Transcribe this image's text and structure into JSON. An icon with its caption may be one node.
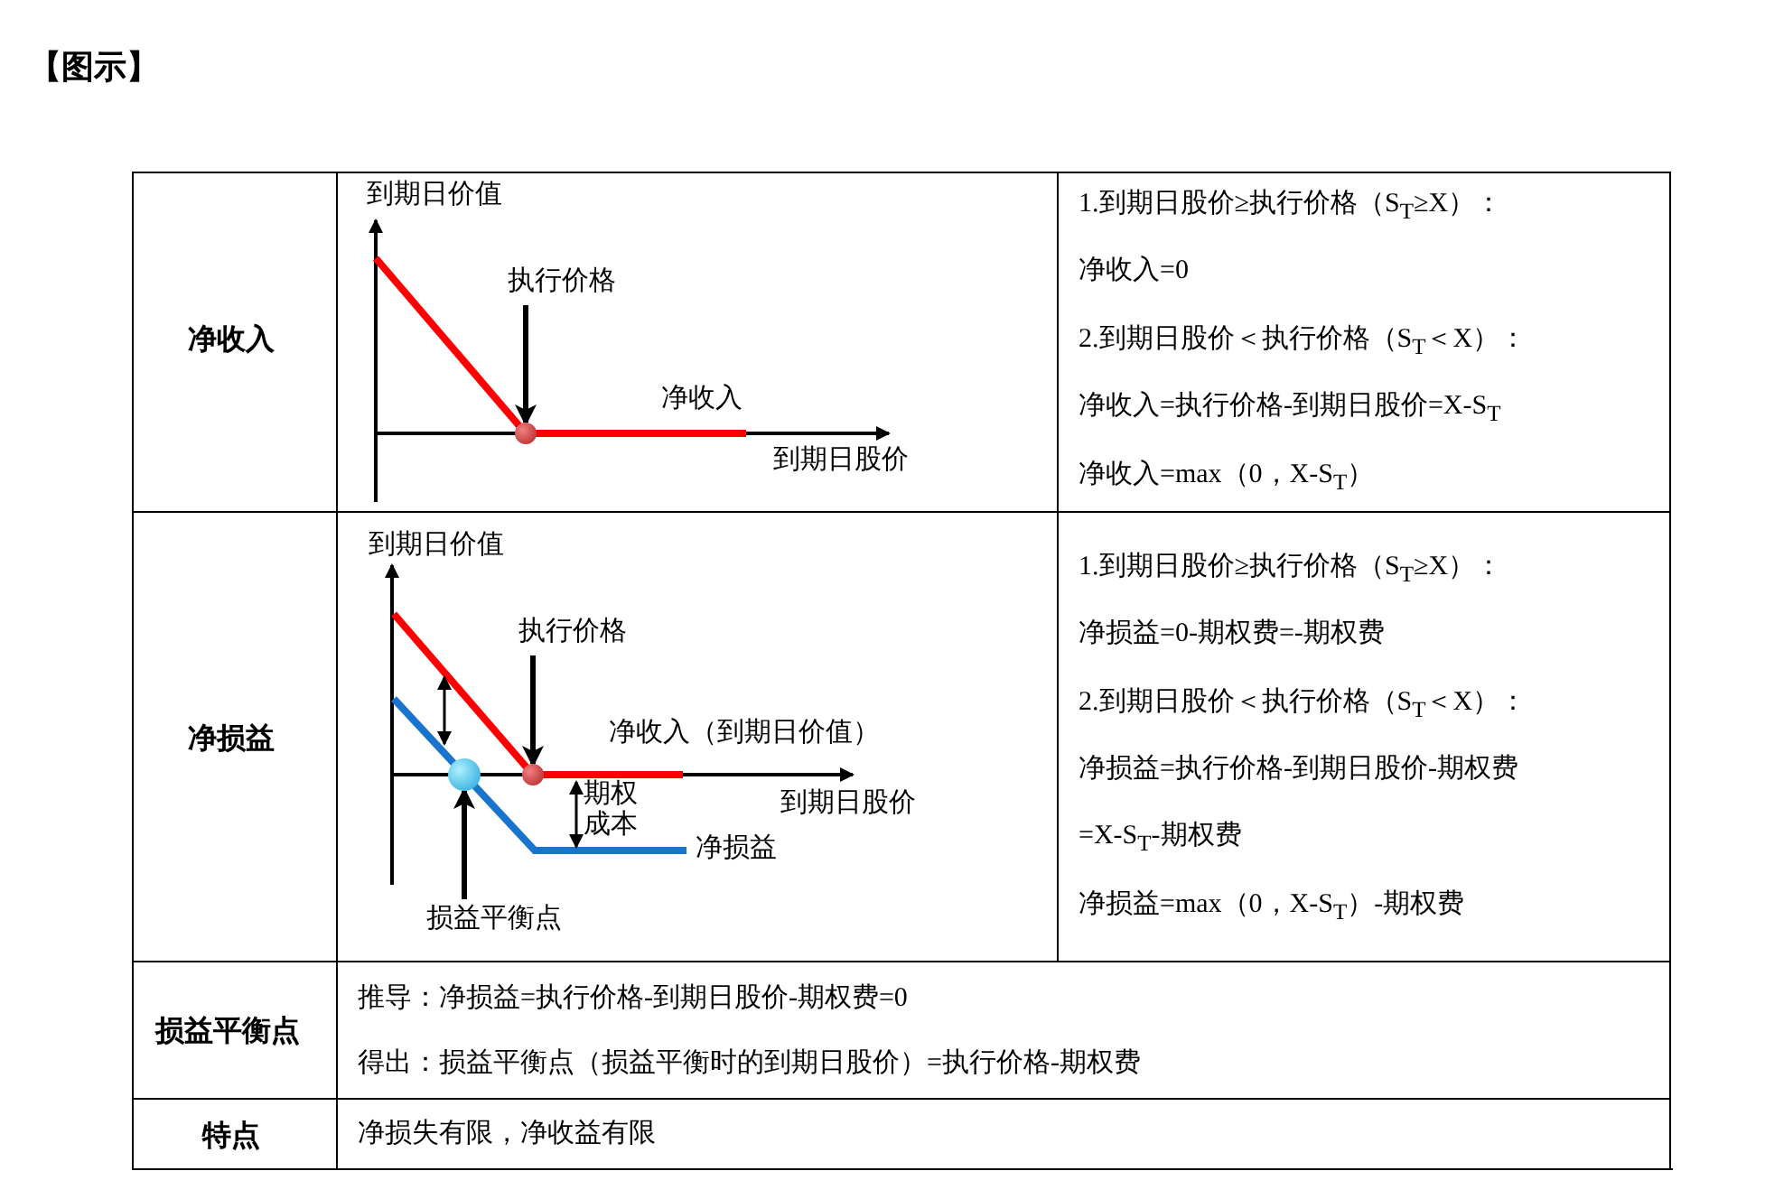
{
  "diagram": {
    "title": "【图示】",
    "nodes": [
      {
        "text": [
          "执行价格"
        ]
      },
      {
        "text": [],
        "shape": "circle"
      },
      {
        "text": [
          "执行价格"
        ]
      },
      {
        "text": [],
        "shape": "circle"
      },
      {
        "text": [
          "损益平衡点"
        ]
      },
      {
        "text": [],
        "shape": "circle"
      }
    ],
    "edges": [
      {
        "from": 0,
        "to": 1,
        "arrow": "to"
      },
      {
        "from": 2,
        "to": 3,
        "arrow": "to"
      },
      {
        "from": 4,
        "to": 5,
        "arrow": "to"
      }
    ],
    "labels": [
      "净收入",
      "到期日价值",
      "净收入",
      "到期日股价",
      "1.到期日股价≥执行价格（S$_{T}$≥X）：",
      "净收入=0",
      "2.到期日股价＜执行价格（S$_{T}$＜X）：",
      "净收入=执行价格-到期日股价=X-S$_{T}$",
      "净收入=max（0，X-S$_{T}$）",
      "净损益",
      "到期日价值",
      "净收入（到期日价值）",
      "到期日股价",
      "期权成本",
      "净损益",
      "1.到期日股价≥执行价格（S$_{T}$≥X）：",
      "净损益=0-期权费=-期权费",
      "2.到期日股价＜执行价格（S$_{T}$＜X）：",
      "净损益=执行价格-到期日股价-期权费",
      "=X-S$_{T}$-期权费",
      "净损益=max（0，X-S$_{T}$）-期权费",
      "损益平衡点",
      "推导：净损益=执行价格-到期日股价-期权费=0",
      "得出：损益平衡点（损益平衡时的到期日股价）=执行价格-期权费",
      "特点",
      "净损失有限，净收益有限"
    ]
  }
}
